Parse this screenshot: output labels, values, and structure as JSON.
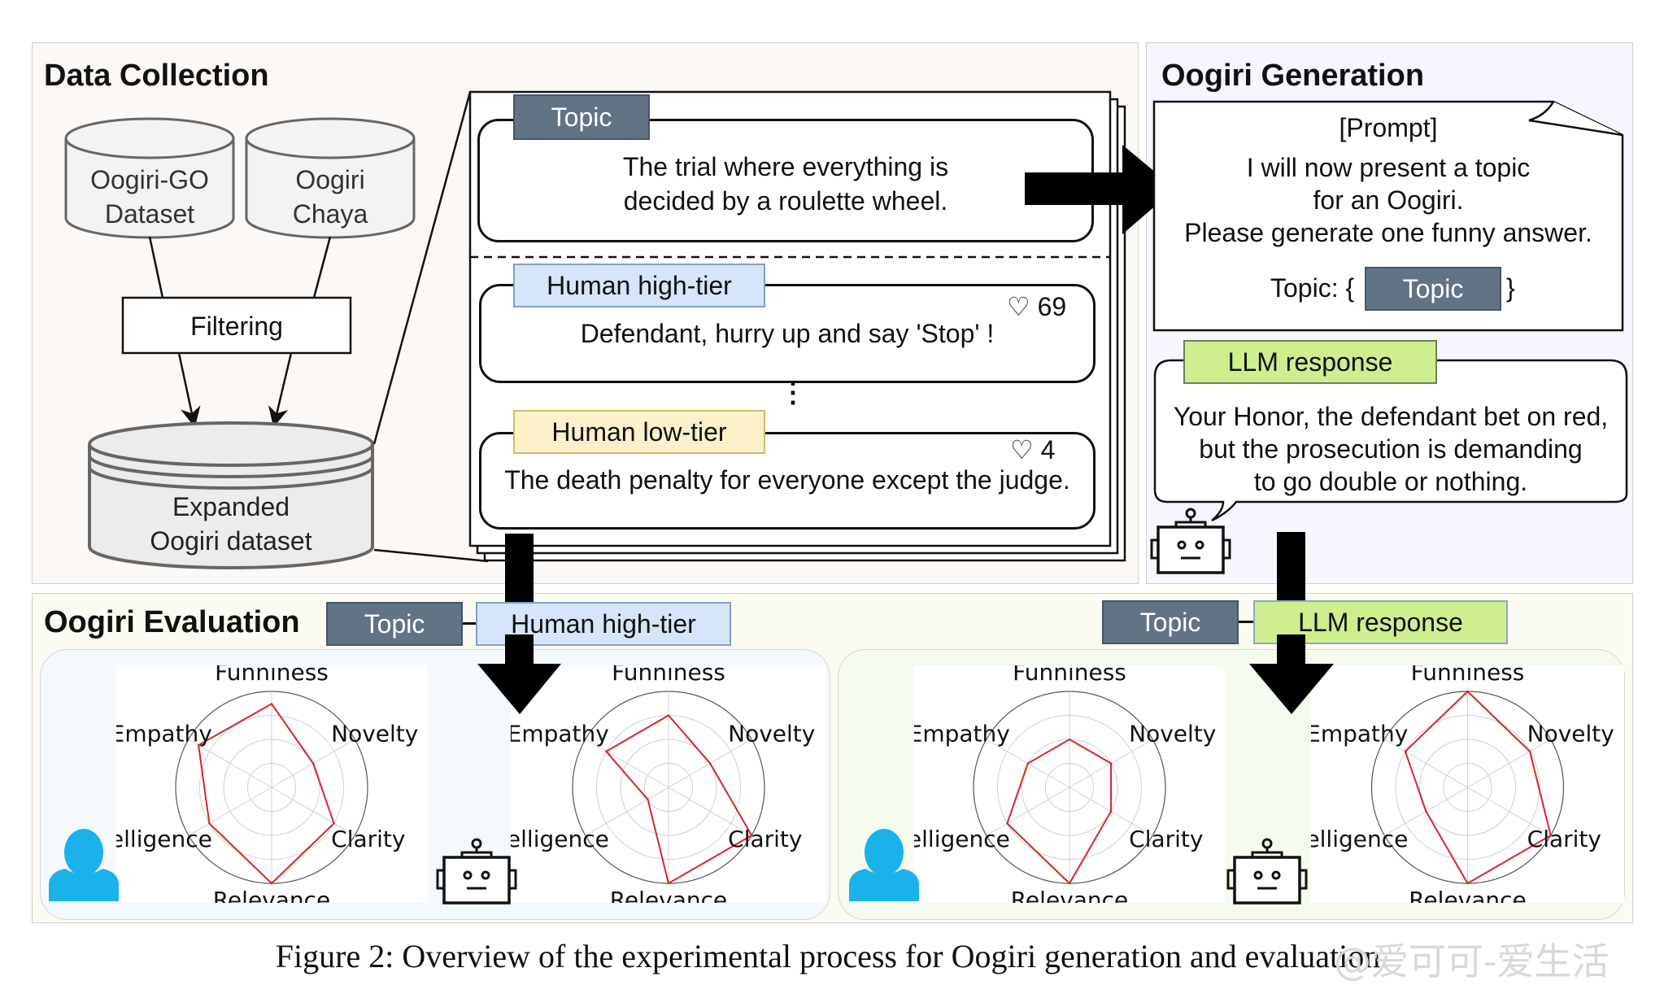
{
  "sections": {
    "collection_title": "Data Collection",
    "generation_title": "Oogiri Generation",
    "evaluation_title": "Oogiri Evaluation"
  },
  "collection": {
    "source_a": [
      "Oogiri-GO",
      "Dataset"
    ],
    "source_b": [
      "Oogiri",
      "Chaya"
    ],
    "filter_label": "Filtering",
    "expanded": [
      "Expanded",
      "Oogiri dataset"
    ]
  },
  "sample": {
    "topic_tag": "Topic",
    "topic_text": [
      "The trial where everything is",
      "decided by a roulette wheel."
    ],
    "high_tag": "Human high-tier",
    "high_text": "Defendant, hurry up and say 'Stop' !",
    "high_likes": "♡ 69",
    "ellipsis": "⋮",
    "low_tag": "Human low-tier",
    "low_text": "The death penalty for everyone except the judge.",
    "low_likes": "♡ 4"
  },
  "generation": {
    "prompt_header": "[Prompt]",
    "prompt_lines": [
      "I will now present a topic",
      "for an Oogiri.",
      "Please generate one funny answer."
    ],
    "topic_prefix": "Topic: {",
    "topic_tag": "Topic",
    "topic_suffix": "}",
    "llm_tag": "LLM response",
    "llm_text": [
      "Your Honor, the defendant bet on red,",
      "but the prosecution is demanding",
      "to go double or nothing."
    ]
  },
  "evaluation": {
    "left_tags": [
      "Topic",
      "Human high-tier"
    ],
    "right_tags": [
      "Topic",
      "LLM response"
    ]
  },
  "icons": {
    "human": "person-icon",
    "robot": "robot-icon",
    "heart": "heart-icon"
  },
  "colors": {
    "topic": "#627386",
    "high_tier": "#d6e5fa",
    "low_tier": "#fdf1cc",
    "llm": "#cfee8e",
    "radar_line": "#d62728",
    "human_icon": "#1ab2ea"
  },
  "chart_data": [
    {
      "type": "radar",
      "title": "Human evaluation of Human high-tier answer",
      "evaluator": "human",
      "categories": [
        "Funniness",
        "Novelty",
        "Clarity",
        "Relevance",
        "Intelligence",
        "Empathy"
      ],
      "values": [
        0.87,
        0.5,
        0.75,
        1.0,
        0.75,
        0.88
      ],
      "rlim": [
        0,
        1
      ],
      "grid_rings": [
        0.25,
        0.5,
        0.75,
        1.0
      ]
    },
    {
      "type": "radar",
      "title": "LLM evaluation of Human high-tier answer",
      "evaluator": "llm",
      "categories": [
        "Funniness",
        "Novelty",
        "Clarity",
        "Relevance",
        "Intelligence",
        "Empathy"
      ],
      "values": [
        0.75,
        0.5,
        1.0,
        1.0,
        0.25,
        0.75
      ],
      "rlim": [
        0,
        1
      ],
      "grid_rings": [
        0.25,
        0.5,
        0.75,
        1.0
      ]
    },
    {
      "type": "radar",
      "title": "Human evaluation of LLM response",
      "evaluator": "human",
      "categories": [
        "Funniness",
        "Novelty",
        "Clarity",
        "Relevance",
        "Intelligence",
        "Empathy"
      ],
      "values": [
        0.5,
        0.5,
        0.5,
        1.0,
        0.75,
        0.5
      ],
      "rlim": [
        0,
        1
      ],
      "grid_rings": [
        0.25,
        0.5,
        0.75,
        1.0
      ]
    },
    {
      "type": "radar",
      "title": "LLM evaluation of LLM response",
      "evaluator": "llm",
      "categories": [
        "Funniness",
        "Novelty",
        "Clarity",
        "Relevance",
        "Intelligence",
        "Empathy"
      ],
      "values": [
        1.0,
        0.75,
        1.0,
        1.0,
        0.5,
        0.75
      ],
      "rlim": [
        0,
        1
      ],
      "grid_rings": [
        0.25,
        0.5,
        0.75,
        1.0
      ]
    }
  ],
  "caption": "Figure 2: Overview of the experimental process for Oogiri generation and evaluation.",
  "watermark": "@爱可可-爱生活"
}
